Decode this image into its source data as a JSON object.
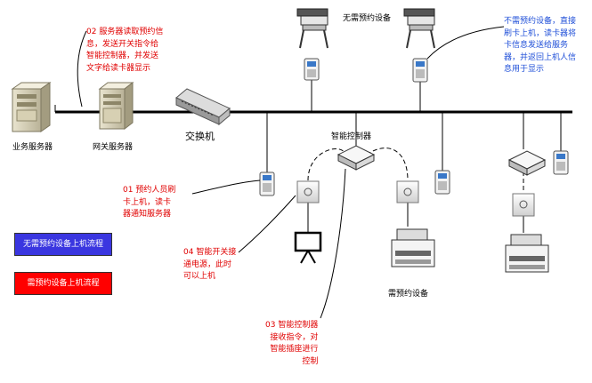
{
  "labels": {
    "business_server": "业务服务器",
    "gateway_server": "网关服务器",
    "switch": "交换机",
    "no_reservation_devices": "无需预约设备",
    "smart_controller": "智能控制器",
    "reservation_devices": "需预约设备"
  },
  "notes": {
    "n02": [
      "02 服务器读取预约信",
      "息，发送开关指令给",
      "智能控制器，并发送",
      "文字给读卡器显示"
    ],
    "n01": [
      "01 预约人员刷",
      "卡上机，读卡",
      "器通知服务器"
    ],
    "n04": [
      "04 智能开关接",
      "通电源，此时",
      "可以上机"
    ],
    "n03": [
      "03 智能控制器",
      "接收指令，对",
      "智能插座进行",
      "控制"
    ],
    "blue": [
      "不需预约设备，直接",
      "刷卡上机，读卡器将",
      "卡信息发送给服务",
      "器，并返回上机人信",
      "息用于显示"
    ]
  },
  "legend": {
    "blue_flow": {
      "label": "无需预约设备上机流程",
      "color": "#3a36e0"
    },
    "red_flow": {
      "label": "需预约设备上机流程",
      "color": "#ff0000"
    }
  }
}
